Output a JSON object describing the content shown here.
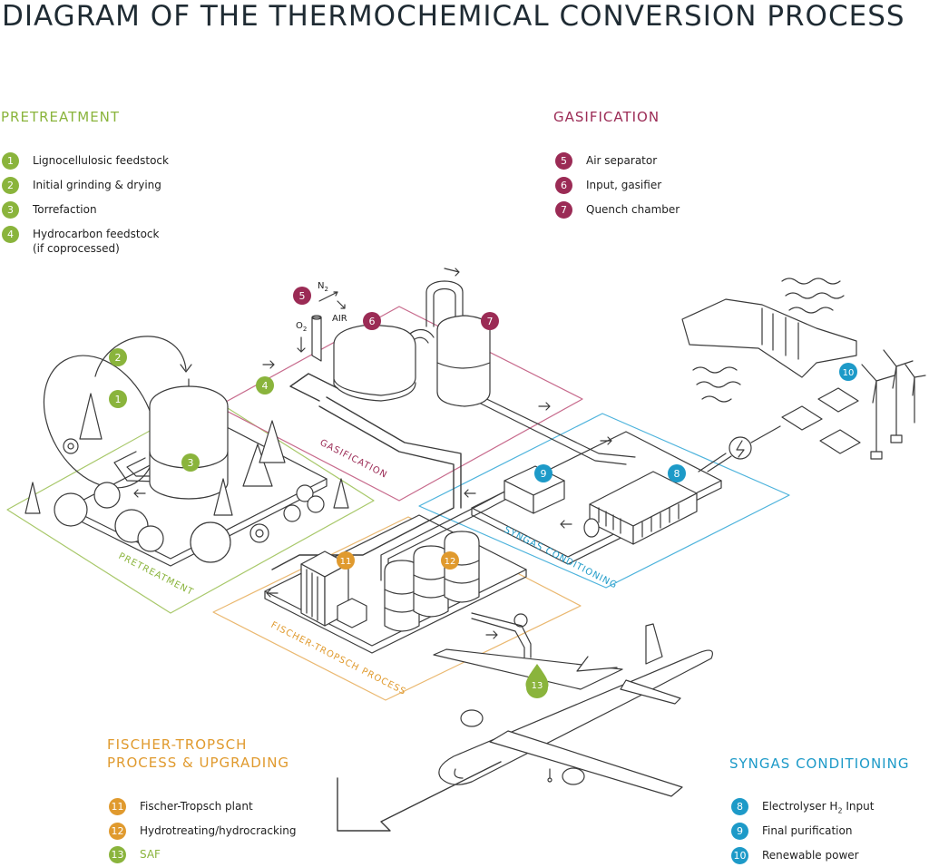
{
  "title": "DIAGRAM OF THE THERMOCHEMICAL CONVERSION PROCESS",
  "colors": {
    "pretreatment": "#8ab43c",
    "gasification": "#9b2b55",
    "syngas": "#1d9ac8",
    "fischer": "#e09a2e",
    "line": "#3a3a3a"
  },
  "legends": {
    "pretreatment": {
      "heading": "PRETREATMENT",
      "items": [
        {
          "num": "1",
          "label": "Lignocellulosic feedstock"
        },
        {
          "num": "2",
          "label": "Initial grinding & drying"
        },
        {
          "num": "3",
          "label": "Torrefaction"
        },
        {
          "num": "4",
          "label": "Hydrocarbon feedstock",
          "label2": "(if coprocessed)"
        }
      ]
    },
    "gasification": {
      "heading": "GASIFICATION",
      "items": [
        {
          "num": "5",
          "label": "Air separator"
        },
        {
          "num": "6",
          "label": "Input, gasifier"
        },
        {
          "num": "7",
          "label": "Quench chamber"
        }
      ]
    },
    "fischer": {
      "heading1": "FISCHER-TROPSCH",
      "heading2": "PROCESS & UPGRADING",
      "items": [
        {
          "num": "11",
          "label": "Fischer-Tropsch plant"
        },
        {
          "num": "12",
          "label": "Hydrotreating/hydrocracking"
        },
        {
          "num": "13",
          "label": "SAF"
        }
      ]
    },
    "syngas": {
      "heading": "SYNGAS CONDITIONING",
      "items": [
        {
          "num": "8",
          "label": "Electrolyser H",
          "sub": "2",
          "label_after": " Input"
        },
        {
          "num": "9",
          "label": "Final purification"
        },
        {
          "num": "10",
          "label": "Renewable power"
        }
      ]
    }
  },
  "diagram": {
    "zone_labels": {
      "pretreatment": "PRETREATMENT",
      "gasification": "GASIFICATION",
      "syngas": "SYNGAS CONDITIONING",
      "fischer": "FISCHER-TROPSCH PROCESS"
    },
    "markers": [
      "1",
      "2",
      "3",
      "4",
      "5",
      "6",
      "7",
      "8",
      "9",
      "10",
      "11",
      "12",
      "13"
    ],
    "gas_labels": {
      "n": "N",
      "n_sub": "2",
      "o": "O",
      "o_sub": "2",
      "air": "AIR"
    }
  }
}
